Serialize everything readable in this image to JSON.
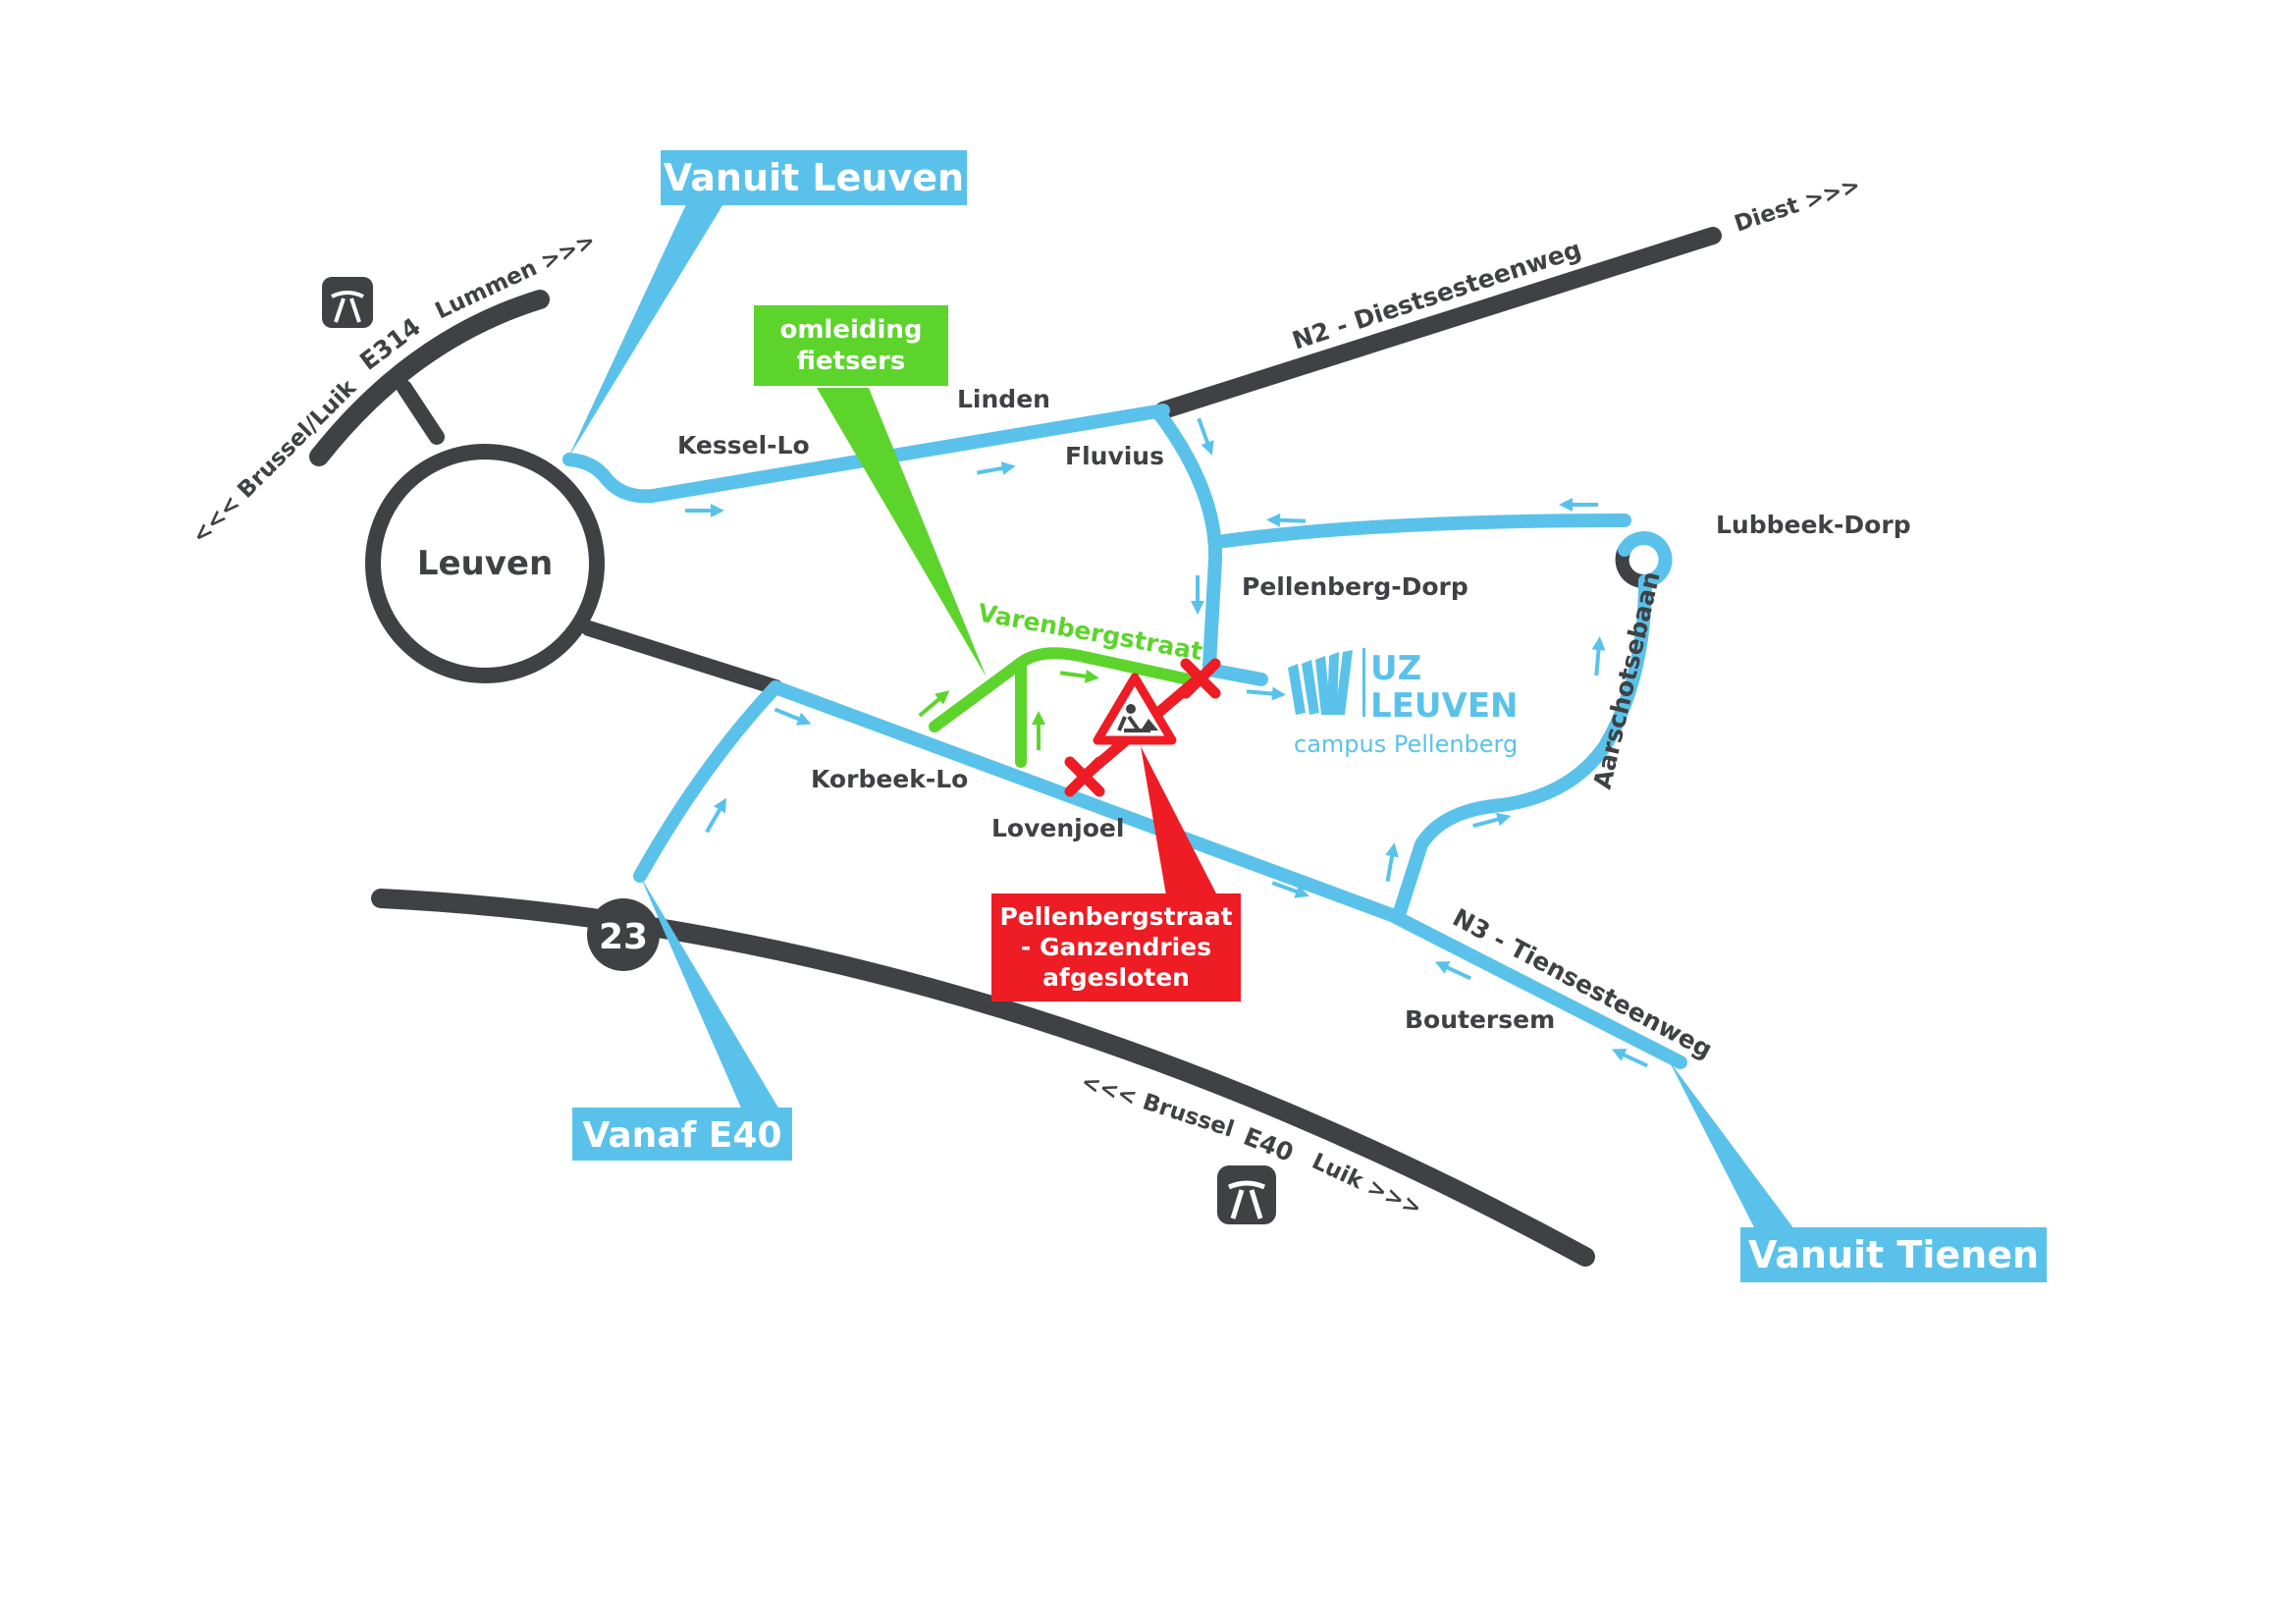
{
  "colors": {
    "road_dark": "#3f4144",
    "route_blue": "#5ac2ea",
    "detour_green": "#5dd42c",
    "closure_red": "#ee1c24",
    "uz_blue": "#5ac2ea"
  },
  "callouts": {
    "vanuit_leuven": "Vanuit Leuven",
    "vanaf_e40": "Vanaf E40",
    "vanuit_tienen": "Vanuit Tienen",
    "omleiding_line1": "omleiding",
    "omleiding_line2": "fietsers",
    "closed_line1": "Pellenbergstraat",
    "closed_line2": "- Ganzendries",
    "closed_line3": "afgesloten"
  },
  "places": {
    "leuven": "Leuven",
    "kessel_lo": "Kessel-Lo",
    "linden": "Linden",
    "fluvius": "Fluvius",
    "lubbeek_dorp": "Lubbeek-Dorp",
    "pellenberg_dorp": "Pellenberg-Dorp",
    "korbeek_lo": "Korbeek-Lo",
    "lovenjoel": "Lovenjoel",
    "boutersem": "Boutersem"
  },
  "roads": {
    "brussel_luik": "<<< Brussel/Luik",
    "e314": "E314",
    "lummen": "Lummen >>>",
    "n2": "N2 - Diestsesteenweg",
    "diest": "Diest >>>",
    "varenbergstraat": "Varenbergstraat",
    "aarschotsebaan": "Aarschotsebaan",
    "n3": "N3 - Tiensesteenweg",
    "e40_brussel": "<<< Brussel",
    "e40": "E40",
    "e40_luik": "Luik >>>",
    "exit_23": "23"
  },
  "logo": {
    "line1": "UZ",
    "line2": "LEUVEN",
    "subtitle": "campus Pellenberg"
  },
  "icons": [
    "motorway-icon",
    "roadworks-warning-icon",
    "road-closed-cross-icon",
    "direction-arrow-icon"
  ]
}
